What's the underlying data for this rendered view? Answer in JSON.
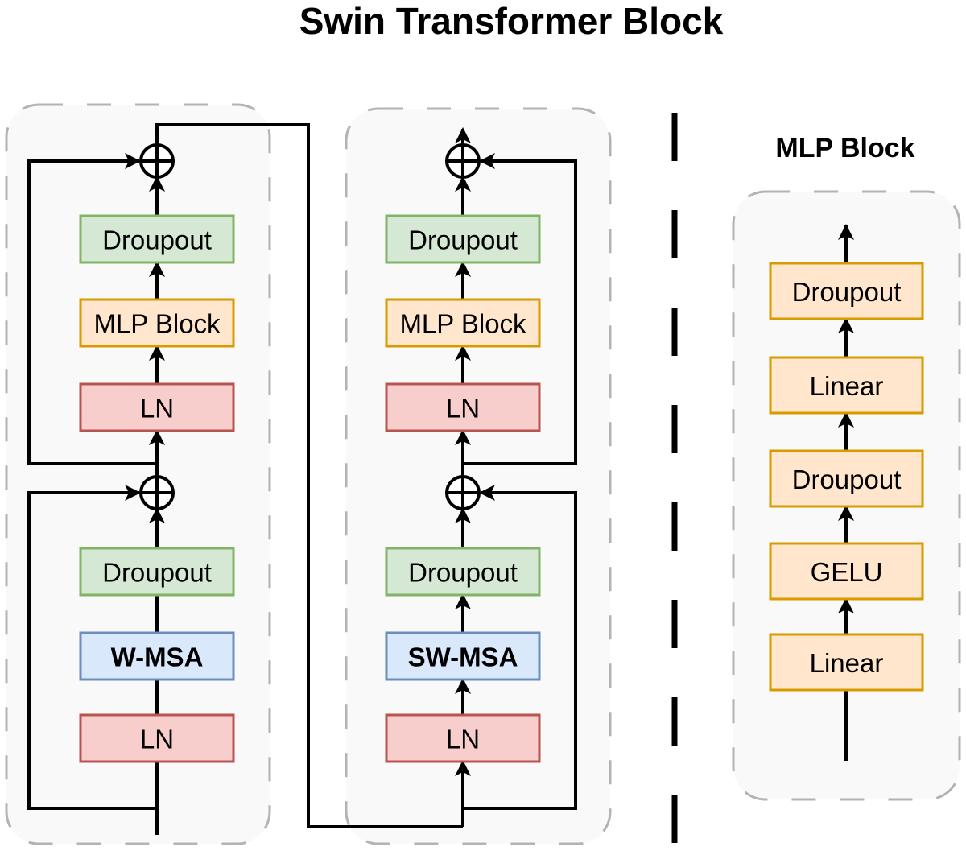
{
  "title": "Swin Transformer Block",
  "colors": {
    "green_fill": "#d5e8d4",
    "green_stroke": "#82b366",
    "orange_fill": "#ffe6cc",
    "orange_stroke": "#d79b00",
    "red_fill": "#f8cecc",
    "red_stroke": "#b85450",
    "blue_fill": "#dae8fc",
    "blue_stroke": "#6c8ebf",
    "container_fill": "#f9f9f9",
    "container_stroke": "#b3b3b3"
  },
  "block1": {
    "layers_top_down": [
      {
        "label": "Droupout",
        "kind": "green",
        "bold": false
      },
      {
        "label": "MLP Block",
        "kind": "orange",
        "bold": false
      },
      {
        "label": "LN",
        "kind": "red",
        "bold": false
      },
      {
        "label": "Droupout",
        "kind": "green",
        "bold": false
      },
      {
        "label": "W-MSA",
        "kind": "blue",
        "bold": true
      },
      {
        "label": "LN",
        "kind": "red",
        "bold": false
      }
    ]
  },
  "block2": {
    "layers_top_down": [
      {
        "label": "Droupout",
        "kind": "green",
        "bold": false
      },
      {
        "label": "MLP Block",
        "kind": "orange",
        "bold": false
      },
      {
        "label": "LN",
        "kind": "red",
        "bold": false
      },
      {
        "label": "Droupout",
        "kind": "green",
        "bold": false
      },
      {
        "label": "SW-MSA",
        "kind": "blue",
        "bold": true
      },
      {
        "label": "LN",
        "kind": "red",
        "bold": false
      }
    ]
  },
  "mlp_block": {
    "title": "MLP Block",
    "layers_top_down": [
      {
        "label": "Droupout",
        "kind": "orange",
        "bold": false
      },
      {
        "label": "Linear",
        "kind": "orange",
        "bold": false
      },
      {
        "label": "Droupout",
        "kind": "orange",
        "bold": false
      },
      {
        "label": "GELU",
        "kind": "orange",
        "bold": false
      },
      {
        "label": "Linear",
        "kind": "orange",
        "bold": false
      }
    ]
  },
  "adder_symbol": "⊕"
}
